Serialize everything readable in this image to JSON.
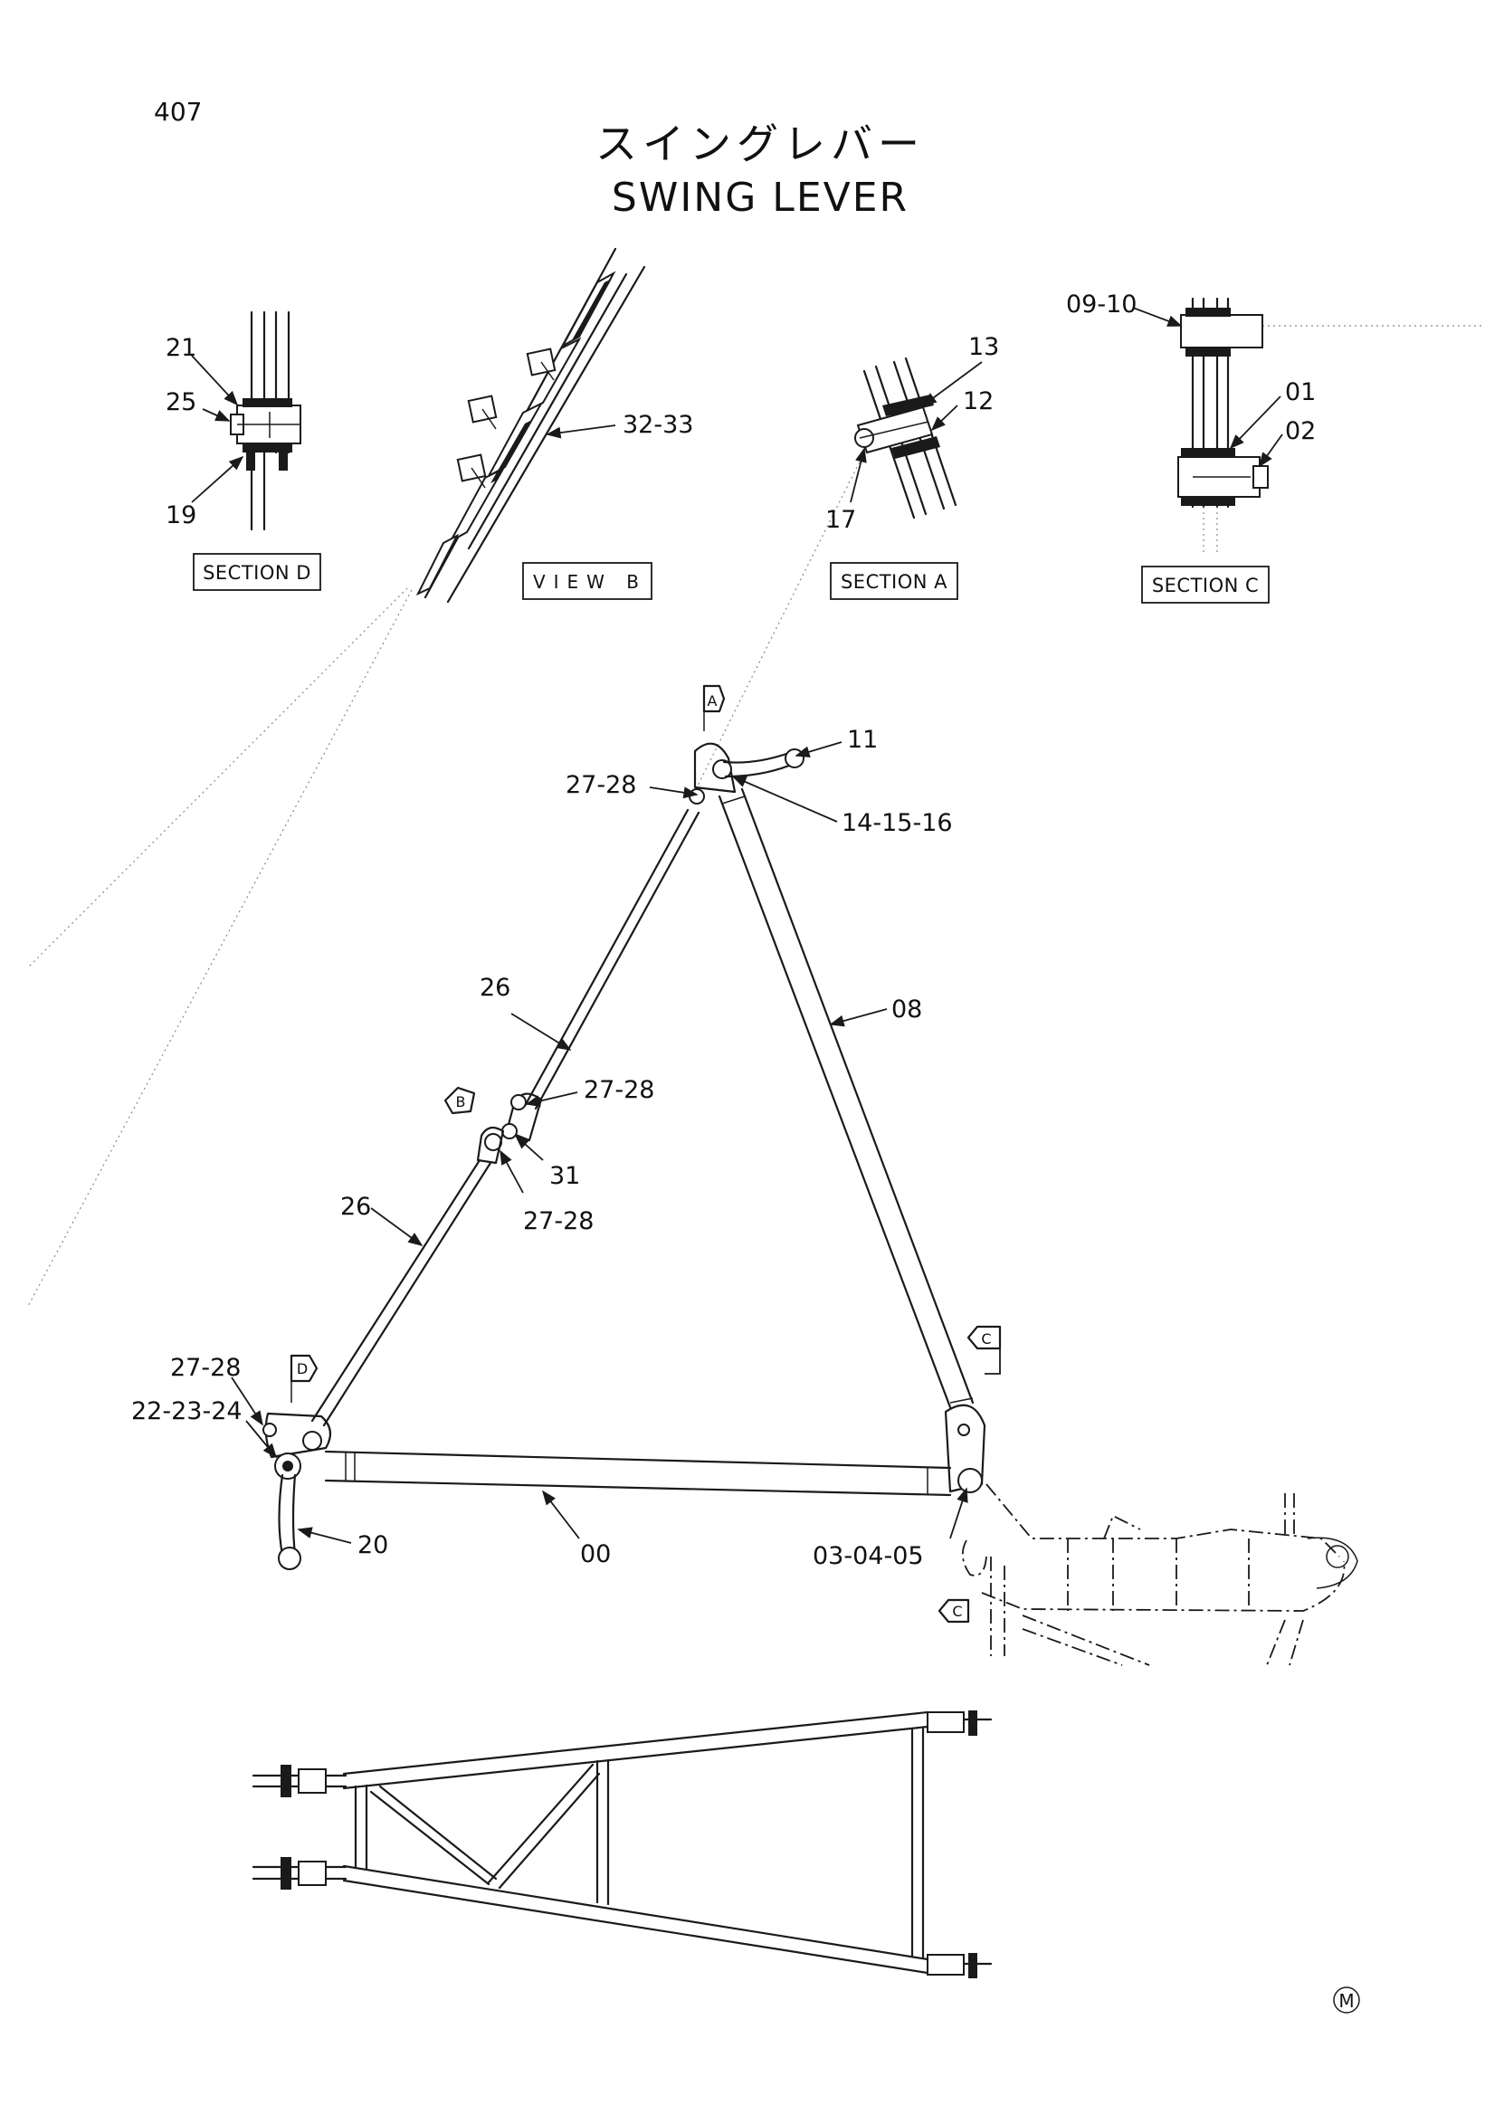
{
  "page_number": "407",
  "title_jp": "スイングレバー",
  "title_en": "SWING LEVER",
  "detail_views": {
    "section_d": {
      "label": "SECTION D",
      "parts": [
        "21",
        "25",
        "19"
      ]
    },
    "view_b": {
      "label": "VIEW B",
      "parts": [
        "32-33"
      ]
    },
    "section_a": {
      "label": "SECTION A",
      "parts": [
        "13",
        "12",
        "17"
      ]
    },
    "section_c": {
      "label": "SECTION C",
      "parts": [
        "09-10",
        "01",
        "02"
      ]
    }
  },
  "main_view": {
    "view_markers": [
      "A",
      "B",
      "C",
      "C",
      "D"
    ],
    "part_callouts": [
      "11",
      "27-28",
      "14-15-16",
      "26",
      "08",
      "27-28",
      "31",
      "27-28",
      "26",
      "27-28",
      "22-23-24",
      "20",
      "00",
      "03-04-05"
    ]
  },
  "corner_mark": "M"
}
